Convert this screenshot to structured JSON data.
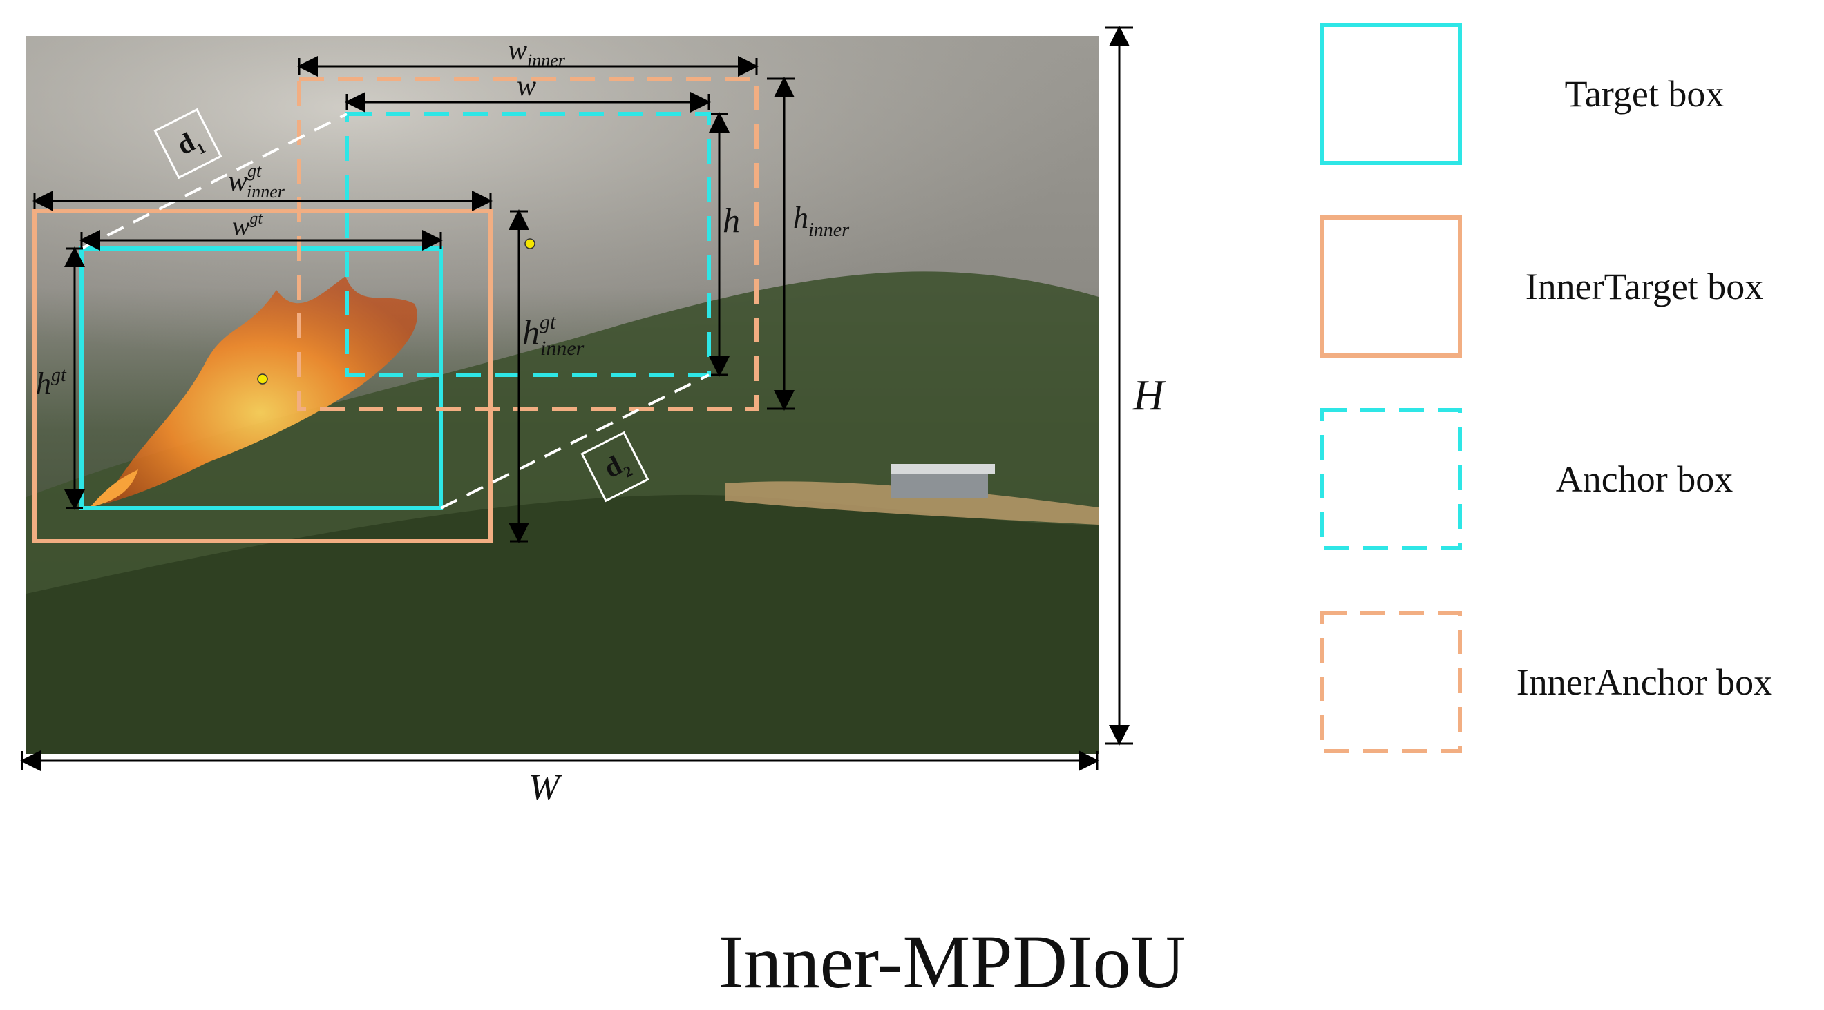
{
  "colors": {
    "target": "#2ee6e6",
    "inner": "#f2ae82",
    "dim": "#000000",
    "diag": "#ffffff",
    "center_dot": "#f5e600"
  },
  "labels": {
    "w_inner": {
      "base": "w",
      "sub": "inner"
    },
    "w": {
      "base": "w"
    },
    "w_gt_inner": {
      "base": "w",
      "sup": "gt",
      "sub": "inner"
    },
    "w_gt": {
      "base": "w",
      "sup": "gt"
    },
    "h": {
      "base": "h"
    },
    "h_inner": {
      "base": "h",
      "sub": "inner"
    },
    "h_gt_inner": {
      "base": "h",
      "sup": "gt",
      "sub": "inner"
    },
    "h_gt": {
      "base": "h",
      "sup": "gt"
    },
    "H": "H",
    "W": "W",
    "d1": {
      "base": "d",
      "sub": "1"
    },
    "d2": {
      "base": "d",
      "sub": "2"
    }
  },
  "legend": [
    {
      "label": "Target box",
      "color": "target",
      "dashed": false,
      "icon": "solid-cyan-square"
    },
    {
      "label": "InnerTarget box",
      "color": "inner",
      "dashed": false,
      "icon": "solid-orange-square"
    },
    {
      "label": "Anchor box",
      "color": "target",
      "dashed": true,
      "icon": "dashed-cyan-square"
    },
    {
      "label": "InnerAnchor box",
      "color": "inner",
      "dashed": true,
      "icon": "dashed-orange-square"
    }
  ],
  "caption": "Inner-MPDIoU"
}
